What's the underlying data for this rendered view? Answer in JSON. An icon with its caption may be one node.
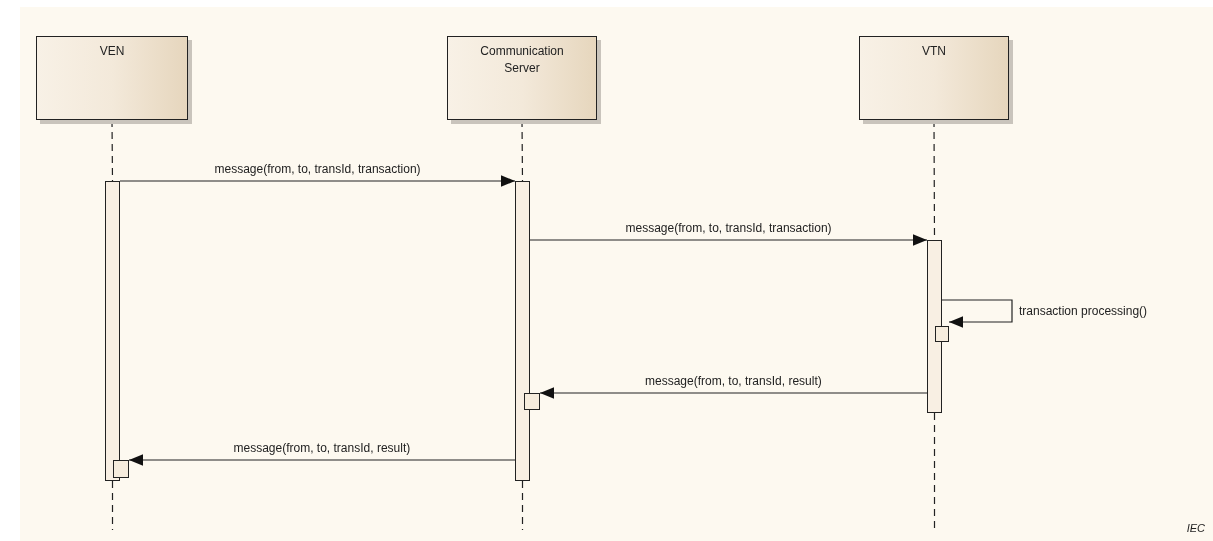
{
  "diagram": {
    "nodes": [
      {
        "text": [
          "VEN"
        ]
      },
      {
        "text": [
          "Communication Server"
        ]
      },
      {
        "text": [
          "VTN"
        ]
      },
      {
        "text": [],
        "shape": "bar"
      },
      {
        "text": [],
        "shape": "bar"
      },
      {
        "text": [],
        "shape": "bar"
      },
      {
        "text": [],
        "shape": "box"
      },
      {
        "text": [],
        "shape": "box"
      },
      {
        "text": [],
        "shape": "box"
      }
    ],
    "edges": [
      {
        "from": 0,
        "to": 3,
        "arrow": "none",
        "style": "dashed"
      },
      {
        "from": 1,
        "to": 4,
        "arrow": "none",
        "style": "dashed"
      },
      {
        "from": 2,
        "to": 5,
        "arrow": "none",
        "style": "dashed"
      },
      {
        "from": 3,
        "to": 4,
        "arrow": "to",
        "label": "message(from, to, transId, transaction)"
      },
      {
        "from": 4,
        "to": 5,
        "arrow": "to",
        "label": "message(from, to, transId, transaction)"
      },
      {
        "from": 5,
        "to": 6,
        "arrow": "to",
        "label": "transaction processing()"
      },
      {
        "from": 5,
        "to": 7,
        "arrow": "to",
        "label": "message(from, to, transId, result)"
      },
      {
        "from": 4,
        "to": 8,
        "arrow": "to",
        "label": "message(from, to, transId, result)"
      },
      {
        "from": 3,
        "to": null,
        "arrow": "none",
        "style": "dashed"
      },
      {
        "from": 4,
        "to": null,
        "arrow": "none",
        "style": "dashed"
      },
      {
        "from": 5,
        "to": null,
        "arrow": "none",
        "style": "dashed"
      }
    ],
    "labels": [
      "IEC"
    ]
  }
}
